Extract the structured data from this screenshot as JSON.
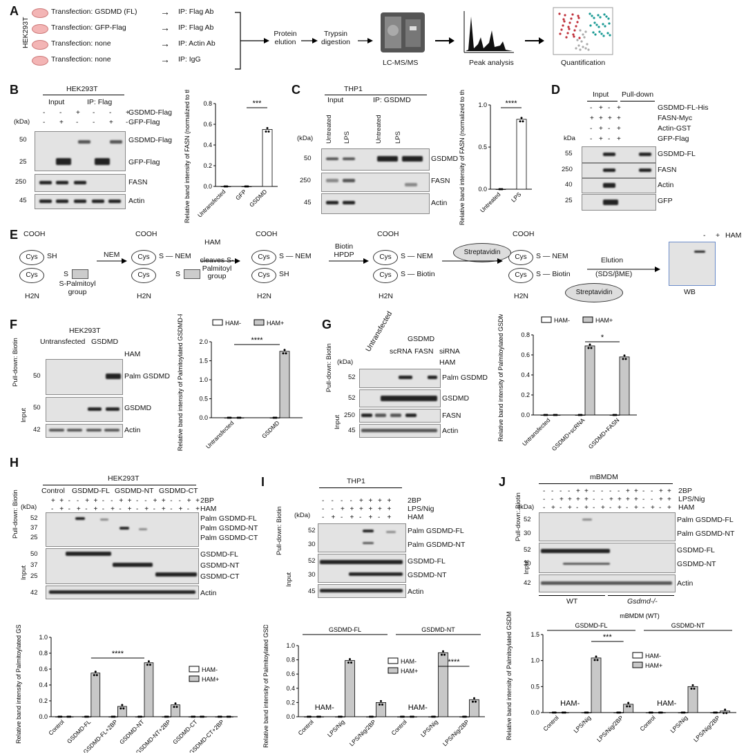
{
  "panels": {
    "A": "A",
    "B": "B",
    "C": "C",
    "D": "D",
    "E": "E",
    "F": "F",
    "G": "G",
    "H": "H",
    "I": "I",
    "J": "J"
  },
  "A": {
    "cell": "HEK293T",
    "transfections": [
      "Transfection: GSDMD (FL)",
      "Transfection: GFP-Flag",
      "Transfection: none",
      "Transfection: none"
    ],
    "ips": [
      "IP: Flag Ab",
      "IP: Flag Ab",
      "IP: Actin Ab",
      "IP: IgG"
    ],
    "steps": [
      "Protein elution",
      "Trypsin digestion",
      "LC-MS/MS",
      "Peak analysis",
      "Quantification"
    ]
  },
  "B": {
    "cell": "HEK293T",
    "input": "Input",
    "ip": "IP: Flag",
    "rows": [
      "GSDMD-Flag",
      "GFP-Flag"
    ],
    "kda": "(kDa)",
    "markers": [
      "50",
      "25",
      "250",
      "45"
    ],
    "bands": [
      "GSDMD-Flag",
      "GFP-Flag",
      "FASN",
      "Actin"
    ]
  },
  "C": {
    "cell": "THP1",
    "input": "Input",
    "ip": "IP: GSDMD",
    "lanes": [
      "Untreated",
      "LPS",
      "Untreated",
      "LPS"
    ],
    "kda": "(kDa)",
    "markers": [
      "50",
      "250",
      "45"
    ],
    "bands": [
      "GSDMD",
      "FASN",
      "Actin"
    ]
  },
  "D": {
    "input": "Input",
    "pulldown": "Pull-down",
    "rows": [
      "GSDMD-FL-His",
      "FASN-Myc",
      "Actin-GST",
      "GFP-Flag"
    ],
    "kda": "kDa",
    "markers": [
      "55",
      "250",
      "40",
      "25"
    ],
    "bands": [
      "GSDMD-FL",
      "FASN",
      "Actin",
      "GFP"
    ]
  },
  "E": {
    "cooh": "COOH",
    "h2n": "H2N",
    "cys": "Cys",
    "sh": "SH",
    "s": "S",
    "nem": "NEM",
    "biotin": "Biotin",
    "spalm": "S-Palmitoyl group",
    "ham": "HAM",
    "cleaves": "cleaves S-Palmitoyl group",
    "biotinhpdp": "Biotin HPDP",
    "streptavidin": "Streptavidin",
    "elution": "Elution",
    "sds": "(SDS/βME)",
    "wb": "WB",
    "minus": "-",
    "plus": "+"
  },
  "F": {
    "cell": "HEK293T",
    "groups": [
      "Untransfected",
      "GSDMD"
    ],
    "ham": "HAM",
    "pulldown": "Pull-down: Biotin",
    "input": "Input",
    "markers": [
      "50",
      "50",
      "42"
    ],
    "bands": [
      "Palm GSDMD",
      "GSDMD",
      "Actin"
    ]
  },
  "G": {
    "groups": [
      "Untransfected",
      "GSDMD"
    ],
    "sirna": [
      "scRNA",
      "FASN"
    ],
    "sirna_label": "siRNA",
    "ham": "HAM",
    "kda": "(kDa)",
    "pulldown": "Pull-down: Biotin",
    "input": "Input",
    "markers": [
      "52",
      "52",
      "250",
      "45"
    ],
    "bands": [
      "Palm GSDMD",
      "GSDMD",
      "FASN",
      "Actin"
    ]
  },
  "H": {
    "cell": "HEK293T",
    "groups": [
      "Control",
      "GSDMD-FL",
      "GSDMD-NT",
      "GSDMD-CT"
    ],
    "rows": [
      "2BP",
      "HAM"
    ],
    "kda": "(kDa)",
    "pulldown": "Pull-down: Biotin",
    "input": "Input",
    "markers": [
      "52",
      "37",
      "25",
      "50",
      "37",
      "25",
      "42"
    ],
    "bands": [
      "Palm GSDMD-FL",
      "Palm GSDMD-NT",
      "Palm GSDMD-CT",
      "GSDMD-FL",
      "GSDMD-NT",
      "GSDMD-CT",
      "Actin"
    ]
  },
  "I": {
    "cell": "THP1",
    "rows": [
      "2BP",
      "LPS/Nig",
      "HAM"
    ],
    "kda": "(kDa)",
    "pulldown": "Pull-down: Biotin",
    "input": "Input",
    "markers": [
      "52",
      "30",
      "52",
      "30",
      "45"
    ],
    "bands": [
      "Palm GSDMD-FL",
      "Palm GSDMD-NT",
      "GSDMD-FL",
      "GSDMD-NT",
      "Actin"
    ]
  },
  "J": {
    "cell": "mBMDM",
    "rows": [
      "2BP",
      "LPS/Nig",
      "HAM"
    ],
    "kda": "(kDa)",
    "pulldown": "Pull-down: Biotin",
    "input": "Input",
    "markers": [
      "52",
      "30",
      "52",
      "30",
      "42"
    ],
    "bands": [
      "Palm GSDMD-FL",
      "Palm GSDMD-NT",
      "GSDMD-FL",
      "GSDMD-NT",
      "Actin"
    ],
    "genotypes": [
      "WT",
      "Gsdmd-/-"
    ]
  },
  "chart_data": [
    {
      "id": "B",
      "type": "bar",
      "categories": [
        "Untransfected",
        "GFP",
        "GSDMD"
      ],
      "values": [
        0.0,
        0.0,
        0.55
      ],
      "ylabel": "Relative band intensity of FASN (normalized to the input)",
      "ylim": [
        0,
        0.8
      ],
      "yticks": [
        "0.0",
        "0.2",
        "0.4",
        "0.6",
        "0.8"
      ],
      "sig": "***"
    },
    {
      "id": "C",
      "type": "bar",
      "categories": [
        "Untreated",
        "LPS"
      ],
      "values": [
        0.0,
        0.83
      ],
      "ylabel": "Relative band intensity of FASN (normalized to the input)",
      "ylim": [
        0,
        1.0
      ],
      "yticks": [
        "0.0",
        "0.5",
        "1.0"
      ],
      "sig": "****"
    },
    {
      "id": "F",
      "type": "bar",
      "categories": [
        "Untransfected",
        "GSDMD"
      ],
      "series": [
        {
          "name": "HAM-",
          "values": [
            0.0,
            0.0
          ]
        },
        {
          "name": "HAM+",
          "values": [
            0.0,
            1.75
          ]
        }
      ],
      "ylabel": "Relative band intensity of Palmitoylated GSDMD-FL",
      "ylim": [
        0,
        2.0
      ],
      "yticks": [
        "0.0",
        "0.5",
        "1.0",
        "1.5",
        "2.0"
      ],
      "sig": "****"
    },
    {
      "id": "G",
      "type": "bar",
      "categories": [
        "Untransfected",
        "GSDMD+scRNA",
        "GSDMD+FASN"
      ],
      "series": [
        {
          "name": "HAM-",
          "values": [
            0,
            0,
            0
          ]
        },
        {
          "name": "HAM+",
          "values": [
            0,
            0.69,
            0.58
          ]
        }
      ],
      "ylabel": "Relative band intensity of Palmitoylated GSDMD",
      "ylim": [
        0,
        0.8
      ],
      "yticks": [
        "0.0",
        "0.2",
        "0.4",
        "0.6",
        "0.8"
      ],
      "sig": "*"
    },
    {
      "id": "H",
      "type": "bar",
      "categories": [
        "Control",
        "GSDMD-FL",
        "GSDMD-FL+2BP",
        "GSDMD-NT",
        "GSDMD-NT+2BP",
        "GSDMD-CT",
        "GSDMD-CT+2BP"
      ],
      "series": [
        {
          "name": "HAM-",
          "values": [
            0,
            0,
            0,
            0,
            0,
            0,
            0
          ]
        },
        {
          "name": "HAM+",
          "values": [
            0,
            0.55,
            0.13,
            0.68,
            0.15,
            0,
            0
          ]
        }
      ],
      "ylabel": "Relative band intensity of Palmitoylated GSDMD",
      "ylim": [
        0,
        1.0
      ],
      "yticks": [
        "0.0",
        "0.2",
        "0.4",
        "0.6",
        "0.8",
        "1.0"
      ],
      "sig": "****"
    },
    {
      "id": "I",
      "type": "bar",
      "groups": [
        "GSDMD-FL",
        "GSDMD-NT"
      ],
      "categories": [
        "Control",
        "LPS/Nig",
        "LPS/Nig/2BP",
        "Control",
        "LPS/Nig",
        "LPS/Nig/2BP"
      ],
      "series": [
        {
          "name": "HAM-",
          "values": [
            0,
            0,
            0,
            0,
            0,
            0
          ]
        },
        {
          "name": "HAM+",
          "values": [
            0,
            0.79,
            0.2,
            0,
            0.9,
            0.24
          ]
        }
      ],
      "ylabel": "Relative band intensity of Palmitoylated GSDMD",
      "ylim": [
        0,
        1.0
      ],
      "yticks": [
        "0.0",
        "0.2",
        "0.4",
        "0.6",
        "0.8",
        "1.0"
      ],
      "sig": "****",
      "inset": "HAM-"
    },
    {
      "id": "J",
      "type": "bar",
      "title": "mBMDM (WT)",
      "groups": [
        "GSDMD-FL",
        "GSDMD-NT"
      ],
      "categories": [
        "Control",
        "LPS/Nig",
        "LPS/Nig/2BP",
        "Control",
        "LPS/Nig",
        "LPS/Nig/2BP"
      ],
      "series": [
        {
          "name": "HAM-",
          "values": [
            0,
            0,
            0,
            0,
            0,
            0
          ]
        },
        {
          "name": "HAM+",
          "values": [
            0,
            1.05,
            0.16,
            0,
            0.5,
            0.03
          ]
        }
      ],
      "ylabel": "Relative band intensity of Palmitoylated GSDMD",
      "ylim": [
        0,
        1.5
      ],
      "yticks": [
        "0.0",
        "0.5",
        "1.0",
        "1.5"
      ],
      "sig": "***",
      "inset": "HAM-"
    }
  ],
  "legend": {
    "neg": "HAM-",
    "pos": "HAM+"
  }
}
